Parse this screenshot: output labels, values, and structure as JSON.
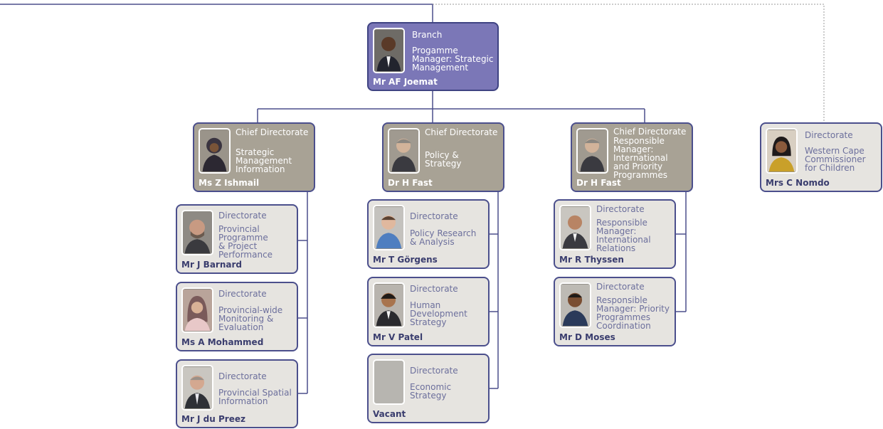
{
  "branch": {
    "level": "Branch",
    "title": "Progamme\nManager: Strategic\nManagement",
    "name": "Mr AF Joemat"
  },
  "chiefs": [
    {
      "level": "Chief Directorate",
      "title": "Strategic\nManagement\nInformation",
      "name": "Ms Z Ishmail"
    },
    {
      "level": "Chief Directorate",
      "title": "Policy &\nStrategy",
      "name": "Dr H Fast"
    },
    {
      "level": "Chief Directorate",
      "title": "Responsible\nManager:\nInternational\nand Priority\nProgrammes",
      "name": "Dr H Fast"
    }
  ],
  "directorates_left": [
    {
      "level": "Directorate",
      "title": "Provincial\nProgramme\n& Project\nPerformance",
      "name": "Mr J Barnard"
    },
    {
      "level": "Directorate",
      "title": "Provincial-wide\nMonitoring &\nEvaluation",
      "name": "Ms A Mohammed"
    },
    {
      "level": "Directorate",
      "title": "Provincial Spatial\nInformation",
      "name": "Mr J du Preez"
    }
  ],
  "directorates_mid": [
    {
      "level": "Directorate",
      "title": "Policy Research\n& Analysis",
      "name": "Mr T Görgens"
    },
    {
      "level": "Directorate",
      "title": "Human\nDevelopment\nStrategy",
      "name": "Mr V Patel"
    },
    {
      "level": "Directorate",
      "title": "Economic\nStrategy",
      "name": "Vacant"
    }
  ],
  "directorates_right": [
    {
      "level": "Directorate",
      "title": "Responsible\nManager:\nInternational\nRelations",
      "name": "Mr R Thyssen"
    },
    {
      "level": "Directorate",
      "title": "Responsible\nManager: Priority\nProgrammes\nCoordination",
      "name": "Mr D Moses"
    }
  ],
  "commissioner": {
    "level": "Directorate",
    "title": "Western Cape\nCommissioner\nfor Children",
    "name": "Mrs C Nomdo"
  },
  "colors": {
    "line": "#4b4f8c",
    "branch": "#7b77b7",
    "chief": "#a8a295",
    "directorate": "#e6e4e0"
  }
}
